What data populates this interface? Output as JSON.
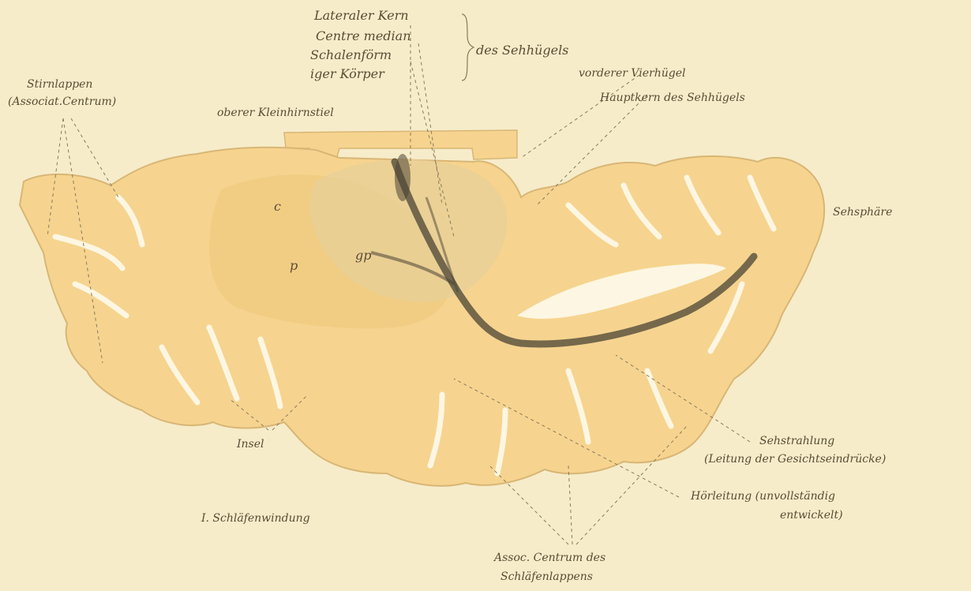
{
  "labels": {
    "stirnlappen": "Stirnlappen",
    "associat_centrum": "(Associat.Centrum)",
    "oberer_kleinhirnstiel": "oberer Kleinhirnstiel",
    "lateraler_kern": "Lateraler Kern",
    "centre_median": "Centre median",
    "schalenform": "Schalenförm",
    "iger_korper": "iger Körper",
    "des_sehhugels": "des Sehhügels",
    "vorderer_vierhugel": "vorderer Vierhügel",
    "hauptkern": "Hauptkern des Sehhügels",
    "sehsphare": "Sehsphäre",
    "c": "c",
    "p": "p",
    "gp": "gp",
    "insel": "Insel",
    "schlafenwindung": "I. Schläfenwindung",
    "sehstrahlung": "Sehstrahlung",
    "sehstrahlung_sub": "(Leitung der Gesichtseindrücke)",
    "horleitung": "Hörleitung (unvollständig",
    "horleitung_sub": "entwickelt)",
    "assoc_1": "Assoc. Centrum des",
    "assoc_2": "Schläfenlappens"
  },
  "colors": {
    "paper": "#f6ecca",
    "tissue": "#f6d48f",
    "tissue_inner": "#efc87d",
    "outline": "#d8b675",
    "fiber": "#4a4434",
    "ink": "#5b4c33"
  }
}
